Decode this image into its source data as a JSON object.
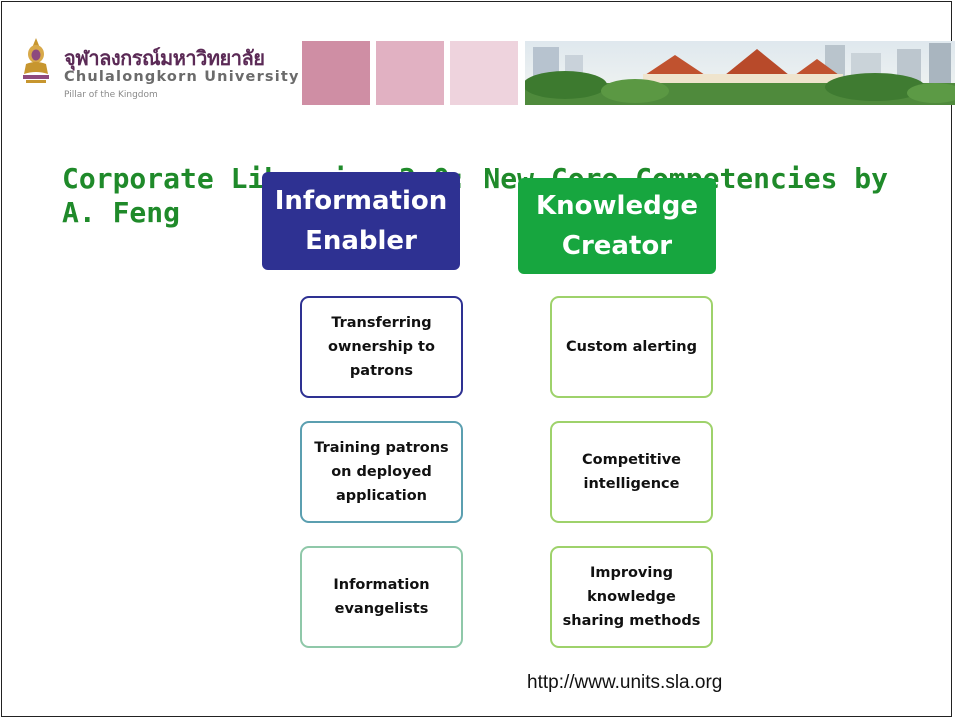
{
  "header": {
    "thai_name": "จุฬาลงกรณ์มหาวิทยาลัย",
    "english_name": "Chulalongkorn University",
    "tagline": "Pillar of the Kingdom",
    "band_colors": [
      "#cf8ea4",
      "#e1b1c2",
      "#eed3dd"
    ]
  },
  "slide": {
    "title": "Corporate Librarian 2.0: New Core Competencies by A. Feng",
    "url": "http://www.units.sla.org"
  },
  "diagram": {
    "columns": [
      {
        "heading": [
          "Information",
          "Enabler"
        ],
        "color": "#2e3192",
        "items": [
          {
            "lines": [
              "Transferring",
              "ownership to",
              "patrons"
            ],
            "border": "#2e3192"
          },
          {
            "lines": [
              "Training patrons",
              "on deployed",
              "application"
            ],
            "border": "#5b9fb0"
          },
          {
            "lines": [
              "Information",
              "evangelists"
            ],
            "border": "#8fc8a9"
          }
        ]
      },
      {
        "heading": [
          "Knowledge",
          "Creator"
        ],
        "color": "#17a63f",
        "items": [
          {
            "lines": [
              "Custom alerting"
            ],
            "border": "#9ed26b"
          },
          {
            "lines": [
              "Competitive",
              "intelligence"
            ],
            "border": "#9ed26b"
          },
          {
            "lines": [
              "Improving",
              "knowledge",
              "sharing methods"
            ],
            "border": "#9ed26b"
          }
        ]
      }
    ]
  }
}
